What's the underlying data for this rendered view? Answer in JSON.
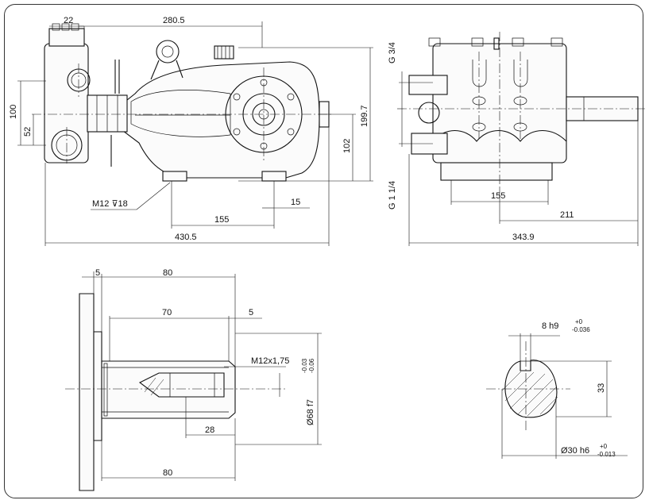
{
  "drawing": {
    "title": "Pump dimensional drawing"
  },
  "side_view": {
    "dim_22": "22",
    "dim_280_5": "280.5",
    "dim_100": "100",
    "dim_52": "52",
    "dim_199_7": "199.7",
    "dim_102": "102",
    "dim_155": "155",
    "dim_15": "15",
    "dim_430_5": "430.5",
    "note_m12": "M12 ⊽18"
  },
  "rear_view": {
    "port_inlet": "G 3/4",
    "port_outlet": "G 1 1/4",
    "dim_155": "155",
    "dim_211": "211",
    "dim_343_9": "343.9"
  },
  "shaft_detail": {
    "dim_5_top": "5",
    "dim_80_top": "80",
    "dim_70": "70",
    "dim_5_right": "5",
    "thread": "M12x1,75",
    "diameter": "Ø68 f7",
    "tol_upper": "-0.03",
    "tol_lower": "-0.06",
    "dim_28": "28",
    "dim_80_bottom": "80"
  },
  "key_section": {
    "key_label": "8 h9",
    "key_tol_upper": "+0",
    "key_tol_lower": "-0.036",
    "dim_33": "33",
    "shaft_label": "Ø30 h6",
    "shaft_tol_upper": "+0",
    "shaft_tol_lower": "-0.013"
  }
}
